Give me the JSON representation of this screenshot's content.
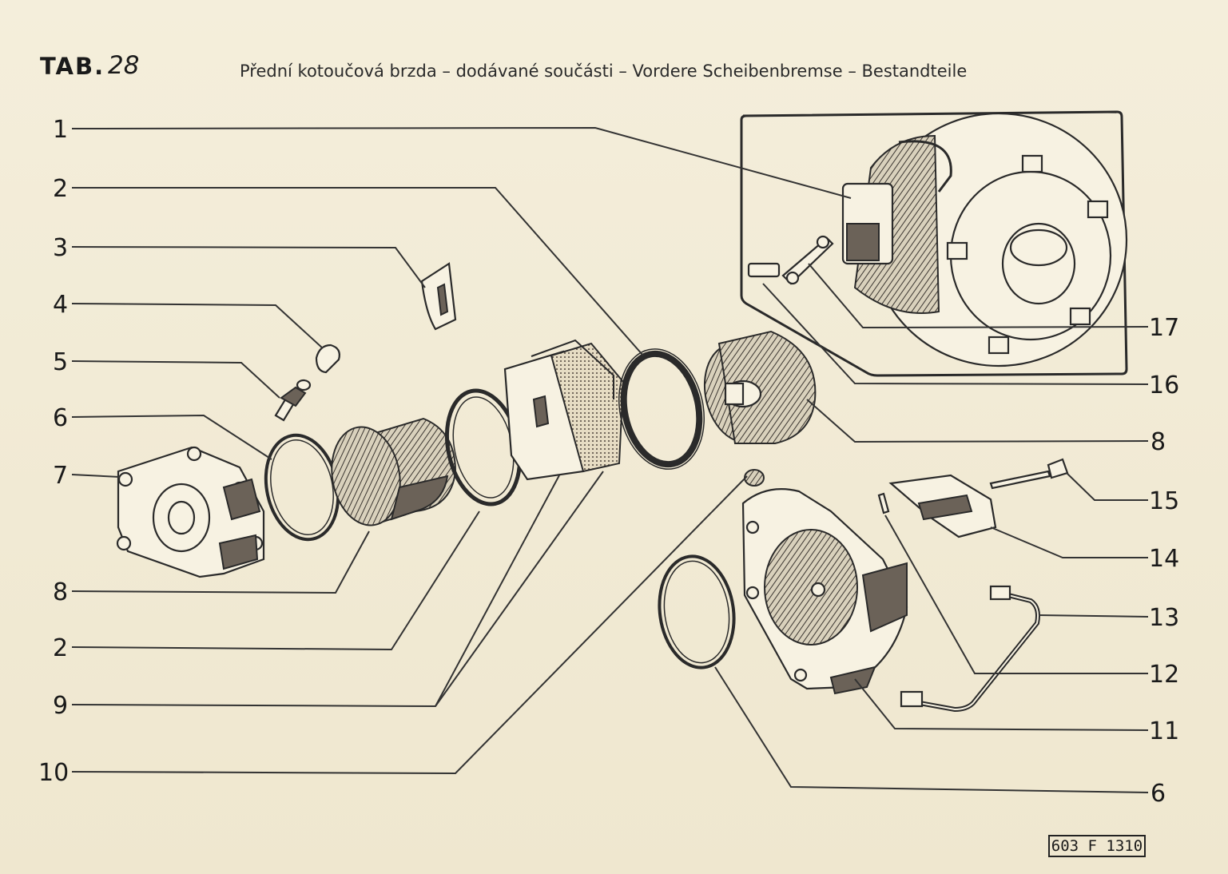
{
  "header": {
    "tab_label": "TAB.",
    "tab_number": "28",
    "title": "Přední kotoučová brzda – dodávané součásti – Vordere Scheibenbremse – Bestandteile"
  },
  "callouts_left": [
    "1",
    "2",
    "3",
    "4",
    "5",
    "6",
    "7",
    "8",
    "2",
    "9",
    "10"
  ],
  "callouts_right": [
    "17",
    "16",
    "8",
    "15",
    "14",
    "13",
    "12",
    "11",
    "6"
  ],
  "stamp": "603 F 1310"
}
